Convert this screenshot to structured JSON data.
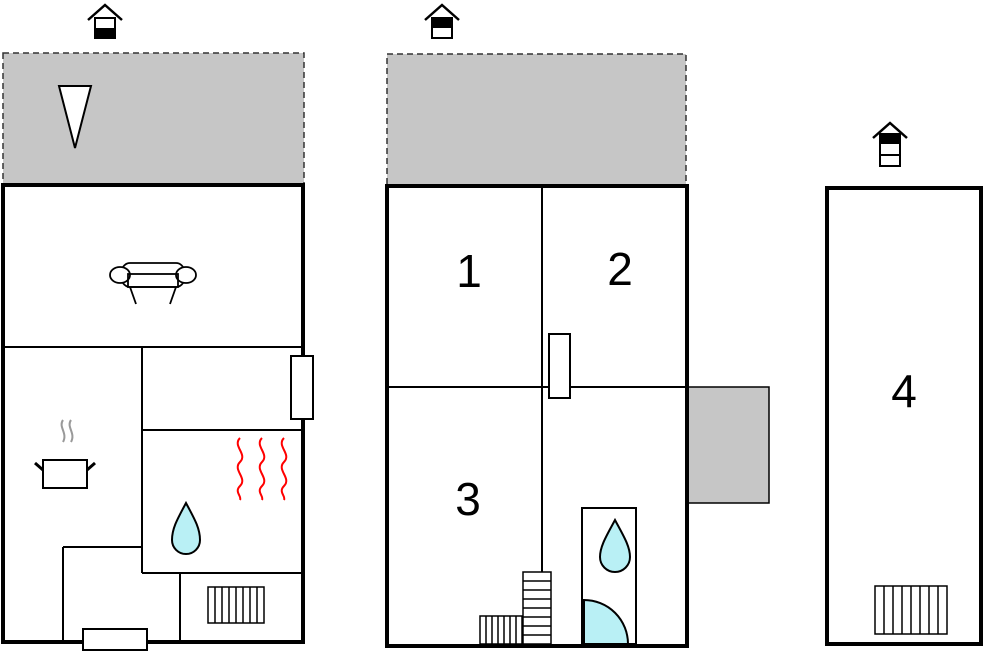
{
  "floors": [
    {
      "id": "ground-floor",
      "indicator_level": "ground",
      "rooms": []
    },
    {
      "id": "first-floor",
      "indicator_level": "middle",
      "rooms": [
        {
          "number": "1"
        },
        {
          "number": "2"
        },
        {
          "number": "3"
        }
      ]
    },
    {
      "id": "attic",
      "indicator_level": "upper",
      "rooms": [
        {
          "number": "4"
        }
      ]
    }
  ],
  "icons": [
    "house-level-icon",
    "compass-icon",
    "sofa-icon",
    "cooking-pot-icon",
    "sauna-heat-icon",
    "water-drop-icon",
    "radiator-icon",
    "stairs-icon",
    "door-icon"
  ],
  "colors": {
    "wall": "#000000",
    "terrace": "#c6c6c6",
    "water": "#b9f0f5",
    "heat": "#ff0000",
    "steam": "#999999"
  }
}
